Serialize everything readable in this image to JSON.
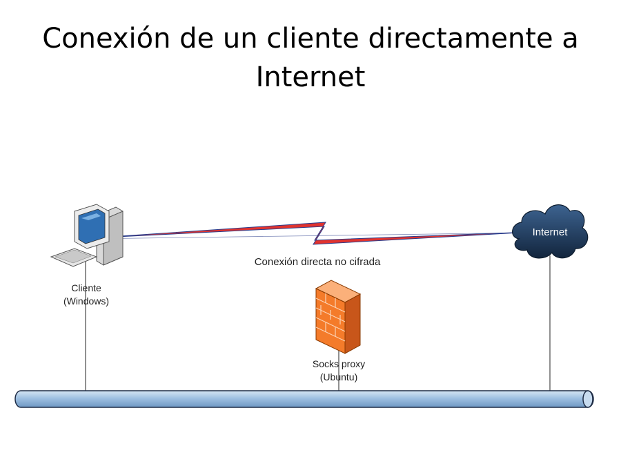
{
  "slide": {
    "title_line1": "Conexión de un cliente directamente a",
    "title_line2": "Internet"
  },
  "nodes": {
    "client": {
      "name": "Cliente",
      "sub": "(Windows)",
      "icon": "workstation-icon"
    },
    "proxy": {
      "name": "Socks proxy",
      "sub": "(Ubuntu)",
      "icon": "firewall-icon"
    },
    "internet": {
      "name": "Internet",
      "icon": "cloud-icon"
    }
  },
  "link": {
    "label": "Conexión directa no cifrada",
    "color": "#e0332f"
  },
  "colors": {
    "bus_fill": "#9fc0e1",
    "bus_stroke": "#1d2b45",
    "firewall": "#f47b2a",
    "cloud": "#1f3a5a"
  }
}
